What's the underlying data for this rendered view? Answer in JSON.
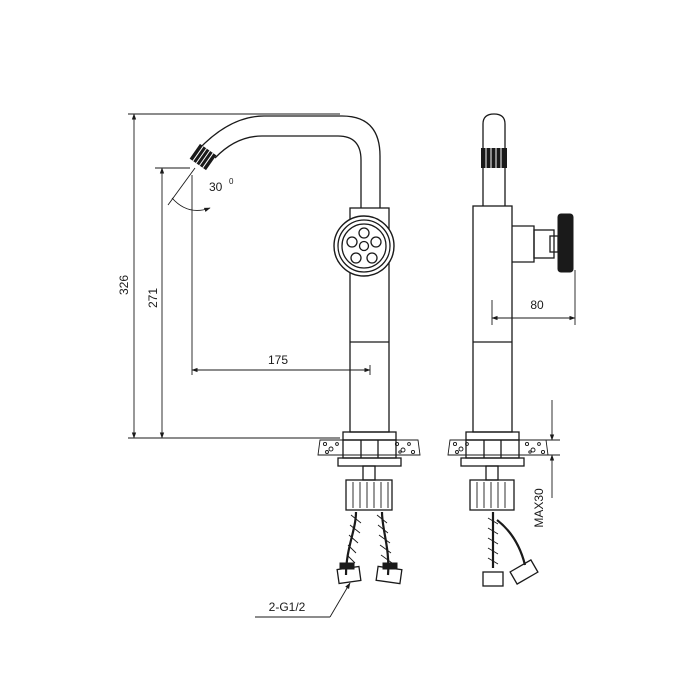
{
  "dimensions": {
    "total_height": "326",
    "spout_height": "271",
    "spout_reach": "175",
    "handle_depth": "80",
    "max_thickness": "MAX30",
    "spout_angle": "30",
    "angle_unit": "0",
    "connection": "2-G1/2"
  }
}
